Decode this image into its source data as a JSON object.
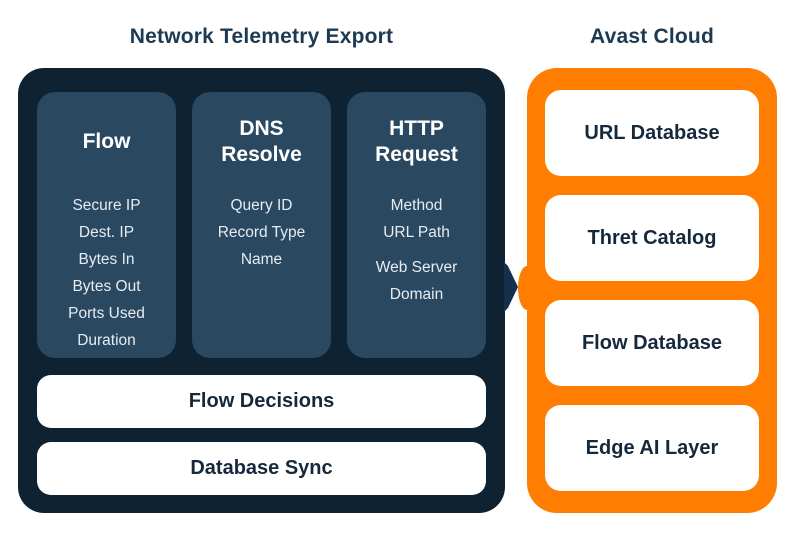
{
  "titles": {
    "left": "Network Telemetry Export",
    "right": "Avast Cloud"
  },
  "colors": {
    "background": "#FFFFFF",
    "panel_navy": "#0E2232",
    "card_slate": "#2A4961",
    "accent_orange": "#FF7D00",
    "text_navy": "#15293C",
    "heading_navy": "#1E3A52",
    "card_text": "#E6ECF2"
  },
  "telemetry_panel": {
    "cards": [
      {
        "title": "Flow",
        "items": [
          "Secure IP",
          "Dest. IP",
          "Bytes In",
          "Bytes Out",
          "Ports Used",
          "Duration"
        ]
      },
      {
        "title": "DNS Resolve",
        "items": [
          "Query ID",
          "Record Type",
          "Name"
        ]
      },
      {
        "title": "HTTP Request",
        "items": [
          "Method",
          "URL Path",
          "Web Server Domain"
        ]
      }
    ],
    "bars": [
      "Flow Decisions",
      "Database Sync"
    ]
  },
  "cloud_panel": {
    "boxes": [
      "URL Database",
      "Thret Catalog",
      "Flow Database",
      "Edge AI Layer"
    ]
  }
}
